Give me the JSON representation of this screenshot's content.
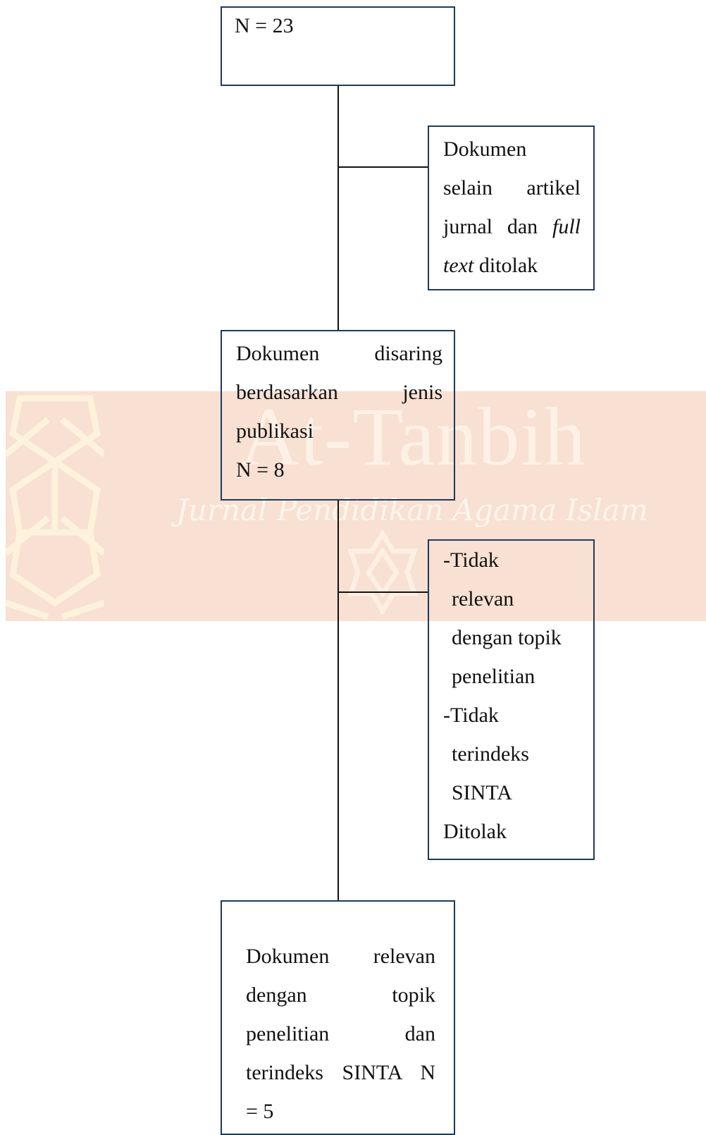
{
  "watermark": {
    "title": "At-Tanbih",
    "subtitle": "Jurnal Pendidikan Agama Islam",
    "band_color": "#f8e0d2",
    "text_color": "#fdf1e6"
  },
  "colors": {
    "box_border": "#1f3a5a",
    "connector": "#111111"
  },
  "nodes": {
    "start": {
      "text": "N = 23"
    },
    "excluded_1": {
      "line1": "Dokumen",
      "line2": "selain artikel",
      "line3_a": "jurnal dan ",
      "line3_b": "full",
      "line4_a": "text",
      "line4_b": " ditolak"
    },
    "filtered": {
      "line1": "Dokumen disaring",
      "line2": "berdasarkan jenis",
      "line3": "publikasi",
      "line4": "N = 8"
    },
    "excluded_2": {
      "lines": [
        "-Tidak",
        "relevan",
        "dengan topik",
        "penelitian",
        "-Tidak",
        "terindeks",
        "SINTA",
        "Ditolak"
      ]
    },
    "final": {
      "line1": "Dokumen relevan",
      "line2": "dengan topik",
      "line3": "penelitian dan",
      "line4": "terindeks SINTA N",
      "line5": "= 5"
    }
  }
}
